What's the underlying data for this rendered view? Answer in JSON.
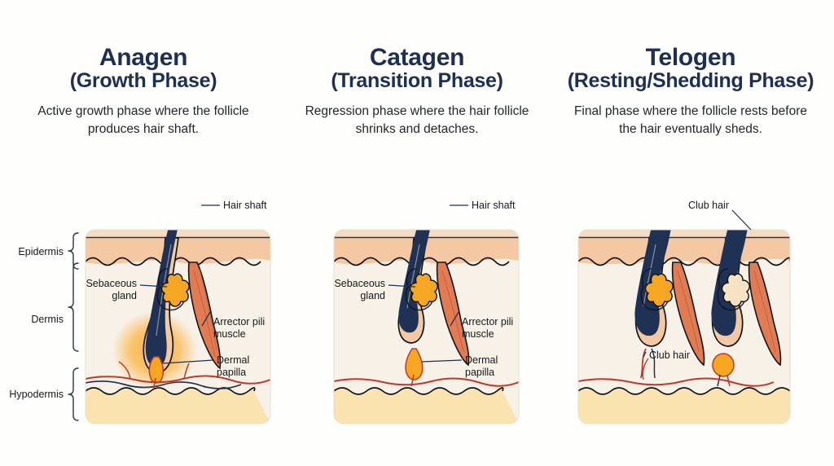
{
  "page": {
    "background_color": "#FEFEFC",
    "title_color": "#1E2F54",
    "text_color": "#22262B"
  },
  "palette": {
    "hair_navy": "#1F3154",
    "epidermis": "#F3C8A2",
    "epidermis_top": "#F8DCC2",
    "dermis": "#F7F1E8",
    "hypodermis": "#FBE3B0",
    "follicle_sheath": "#F3C8A2",
    "sebaceous_gland": "#F5A623",
    "arrector_muscle": "#E07B54",
    "blood_vessel": "#C0392B",
    "glow": "#FBB03B",
    "outline": "#1A1A1A"
  },
  "panels": [
    {
      "id": "anagen",
      "title": "Anagen",
      "subtitle": "(Growth Phase)",
      "description": "Active growth phase where the follicle produces hair shaft.",
      "labels": [
        {
          "name": "hair-shaft",
          "text": "Hair shaft"
        },
        {
          "name": "sebaceous-gland",
          "text_line1": "Sebaceous",
          "text_line2": "gland"
        },
        {
          "name": "arrector-pili-muscle",
          "text_line1": "Arrector pili",
          "text_line2": "muscle"
        },
        {
          "name": "dermal-papilla",
          "text_line1": "Dermal",
          "text_line2": "papilla"
        }
      ]
    },
    {
      "id": "catagen",
      "title": "Catagen",
      "subtitle": "(Transition Phase)",
      "description": "Regression phase where the hair follicle shrinks and detaches.",
      "labels": [
        {
          "name": "hair-shaft",
          "text": "Hair shaft"
        },
        {
          "name": "sebaceous-gland",
          "text_line1": "Sebaceous",
          "text_line2": "gland"
        },
        {
          "name": "arrector-pili-muscle",
          "text_line1": "Arrector pili",
          "text_line2": "muscle"
        },
        {
          "name": "dermal-papilla",
          "text_line1": "Dermal",
          "text_line2": "papilla"
        }
      ]
    },
    {
      "id": "telogen",
      "title": "Telogen",
      "subtitle": "(Resting/Shedding Phase)",
      "description": "Final phase where the follicle rests before the hair eventually sheds.",
      "labels": [
        {
          "name": "club-hair-upper",
          "text": "Club hair"
        },
        {
          "name": "club-hair-lower",
          "text": "Club hair"
        }
      ]
    }
  ],
  "skin_layers": [
    {
      "name": "epidermis",
      "label": "Epidermis"
    },
    {
      "name": "dermis",
      "label": "Dermis"
    },
    {
      "name": "hypodermis",
      "label": "Hypodermis"
    }
  ]
}
